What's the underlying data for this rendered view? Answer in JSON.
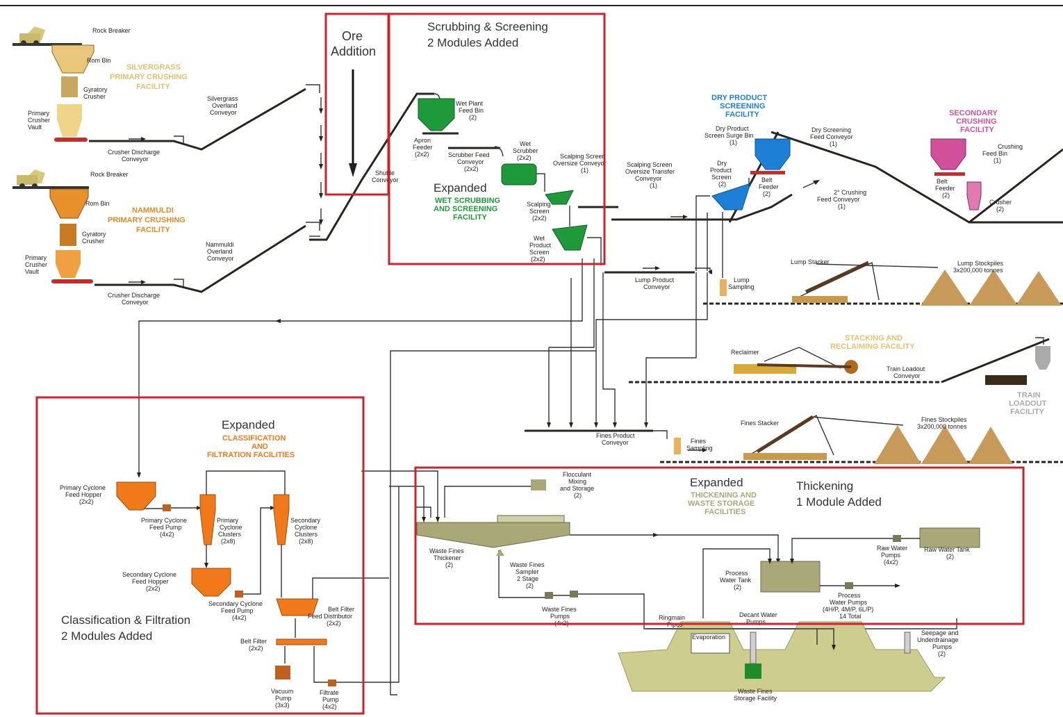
{
  "highlights": {
    "ore_addition": [
      "Ore",
      "Addition"
    ],
    "scrubbing": [
      "Scrubbing & Screening",
      "2 Modules Added"
    ],
    "classification": [
      "Classification & Filtration",
      "2 Modules Added"
    ],
    "thickening": [
      "Thickening",
      "1 Module Added"
    ],
    "expanded": "Expanded"
  },
  "facilities": {
    "silvergrass": [
      "SILVERGRASS",
      "PRIMARY CRUSHING",
      "FACILITY"
    ],
    "nammuldi": [
      "NAMMULDI",
      "PRIMARY CRUSHING",
      "FACILITY"
    ],
    "wet": [
      "WET SCRUBBING",
      "AND SCREENING",
      "FACILITY"
    ],
    "dry": [
      "DRY PRODUCT",
      "SCREENING",
      "FACILITY"
    ],
    "secondary": [
      "SECONDARY",
      "CRUSHING",
      "FACILITY"
    ],
    "stacking": [
      "STACKING AND",
      "RECLAIMING FACILITY"
    ],
    "train": [
      "TRAIN",
      "LOADOUT",
      "FACILITY"
    ],
    "classification": [
      "CLASSIFICATION",
      "AND",
      "FILTRATION FACILITIES"
    ],
    "thickening": [
      "THICKENING AND",
      "WASTE STORAGE",
      "FACILITIES"
    ]
  },
  "colors": {
    "red_box": "#d0202a",
    "silvergrass": "#e8c77a",
    "nammuldi": "#e8902a",
    "wet_green": "#1f9a3a",
    "dry_blue": "#1e7fd6",
    "secondary_pink": "#d0509a",
    "classification_orange": "#f07a1a",
    "thickening_olive": "#a8a878",
    "stockpile": "#c89a5a"
  },
  "labels": {
    "rock_breaker_1": "Rock Breaker",
    "rom_bin_1": "Rom Bin",
    "gyratory_1": [
      "Gyratory",
      "Crusher"
    ],
    "vault_1": [
      "Primary",
      "Crusher",
      "Vault"
    ],
    "crusher_discharge_1": [
      "Crusher Discharge",
      "Conveyor"
    ],
    "silvergrass_overland": [
      "Silvergrass",
      "Overland",
      "Conveyor"
    ],
    "rock_breaker_2": "Rock Breaker",
    "rom_bin_2": "Rom Bin",
    "gyratory_2": [
      "Gyratory",
      "Crusher"
    ],
    "vault_2": [
      "Primary",
      "Crusher",
      "Vault"
    ],
    "crusher_discharge_2": [
      "Crusher Discharge",
      "Conveyor"
    ],
    "nammuldi_overland": [
      "Nammuldi",
      "Overland",
      "Conveyor"
    ],
    "shuttle": [
      "Shuttle",
      "Conveyor"
    ],
    "wet_feed_bin": [
      "Wet Plant",
      "Feed Bin",
      "(2)"
    ],
    "apron_feeder": [
      "Apron",
      "Feeder",
      "(2x2)"
    ],
    "scrubber_feed": [
      "Scrubber Feed",
      "Conveyor",
      "(2x2)"
    ],
    "wet_scrubber": [
      "Wet",
      "Scrubber",
      "(2x2)"
    ],
    "scalping_screen": [
      "Scalping",
      "Screen",
      "(2x2)"
    ],
    "wet_product_screen": [
      "Wet",
      "Product",
      "Screen",
      "(2x2)"
    ],
    "scalping_oversize": [
      "Scalping Screen",
      "Oversize Conveyor",
      "(1)"
    ],
    "scalping_transfer": [
      "Scalping Screen",
      "Oversize Transfer",
      "Conveyor",
      "(1)"
    ],
    "dry_surge_bin": [
      "Dry Product",
      "Screen Surge Bin",
      "(1)"
    ],
    "dry_screening_feed": [
      "Dry Screening",
      "Feed Conveyor",
      "(1)"
    ],
    "dry_product_screen": [
      "Dry",
      "Product",
      "Screen",
      "(2)"
    ],
    "belt_feeder_1": [
      "Belt",
      "Feeder",
      "(2)"
    ],
    "crushing_feed_conv": [
      "2° Crushing",
      "Feed Conveyor",
      "(1)"
    ],
    "belt_feeder_2": [
      "Belt",
      "Feeder",
      "(2)"
    ],
    "crushing_feed_bin": [
      "Crushing",
      "Feed Bin",
      "(1)"
    ],
    "crusher": [
      "Crusher",
      "(2)"
    ],
    "lump_product": [
      "Lump Product",
      "Conveyor"
    ],
    "lump_sampling": [
      "Lump",
      "Sampling"
    ],
    "lump_stacker": "Lump Stacker",
    "lump_stockpiles": [
      "Lump Stockpiles",
      "3x200,000 tonnes"
    ],
    "reclaimer": "Reclaimer",
    "train_loadout_conv": [
      "Train Loadout",
      "Conveyor"
    ],
    "fines_product": [
      "Fines Product",
      "Conveyor"
    ],
    "fines_sampling": [
      "Fines",
      "Sampling"
    ],
    "fines_stacker": "Fines Stacker",
    "fines_stockpiles": [
      "Fines Stockpiles",
      "3x200,000 tonnes"
    ],
    "primary_hopper": [
      "Primary Cyclone",
      "Feed Hopper",
      "(2x2)"
    ],
    "primary_pump": [
      "Primary Cyclone",
      "Feed Pump",
      "(4x2)"
    ],
    "primary_cyclones": [
      "Primary",
      "Cyclone",
      "Clusters",
      "(2x8)"
    ],
    "secondary_cyclones": [
      "Secondary",
      "Cyclone",
      "Clusters",
      "(2x8)"
    ],
    "secondary_hopper": [
      "Secondary Cyclone",
      "Feed Hopper",
      "(2x2)"
    ],
    "secondary_pump": [
      "Secondary Cyclone",
      "Feed Pump",
      "(4x2)"
    ],
    "belt_filter_dist": [
      "Belt Filter",
      "Feed Distributor",
      "(2x2)"
    ],
    "belt_filter": [
      "Belt Filter",
      "(2x2)"
    ],
    "vacuum_pump": [
      "Vacuum",
      "Pump",
      "(3x3)"
    ],
    "filtrate_pump": [
      "Filtrate",
      "Pump",
      "(4x2)"
    ],
    "flocculant": [
      "Flocculant",
      "Mixing",
      "and Storage",
      "(2)"
    ],
    "thickener": [
      "Waste Fines",
      "Thickener",
      "(2)"
    ],
    "sampler": [
      "Waste Fines",
      "Sampler",
      "2 Stage",
      "(2)"
    ],
    "waste_pumps": [
      "Waste Fines",
      "Pumps",
      "(4x2)"
    ],
    "process_tank": [
      "Process",
      "Water Tank",
      "(2)"
    ],
    "raw_pumps": [
      "Raw Water",
      "Pumps",
      "(4x2)"
    ],
    "raw_tank": [
      "Raw Water Tank",
      "(2)"
    ],
    "process_pumps": [
      "Process",
      "Water Pumps",
      "(4H/P, 4M/P, 6L/P)",
      "14 Total"
    ],
    "ringmain": [
      "Ringmain",
      "Pipes"
    ],
    "decant": [
      "Decant Water",
      "Pumps"
    ],
    "evaporation": "Evaporation",
    "seepage": [
      "Seepage and",
      "Underdrainage",
      "Pumps",
      "(2)"
    ],
    "storage": [
      "Waste Fines",
      "Storage Facility"
    ]
  }
}
